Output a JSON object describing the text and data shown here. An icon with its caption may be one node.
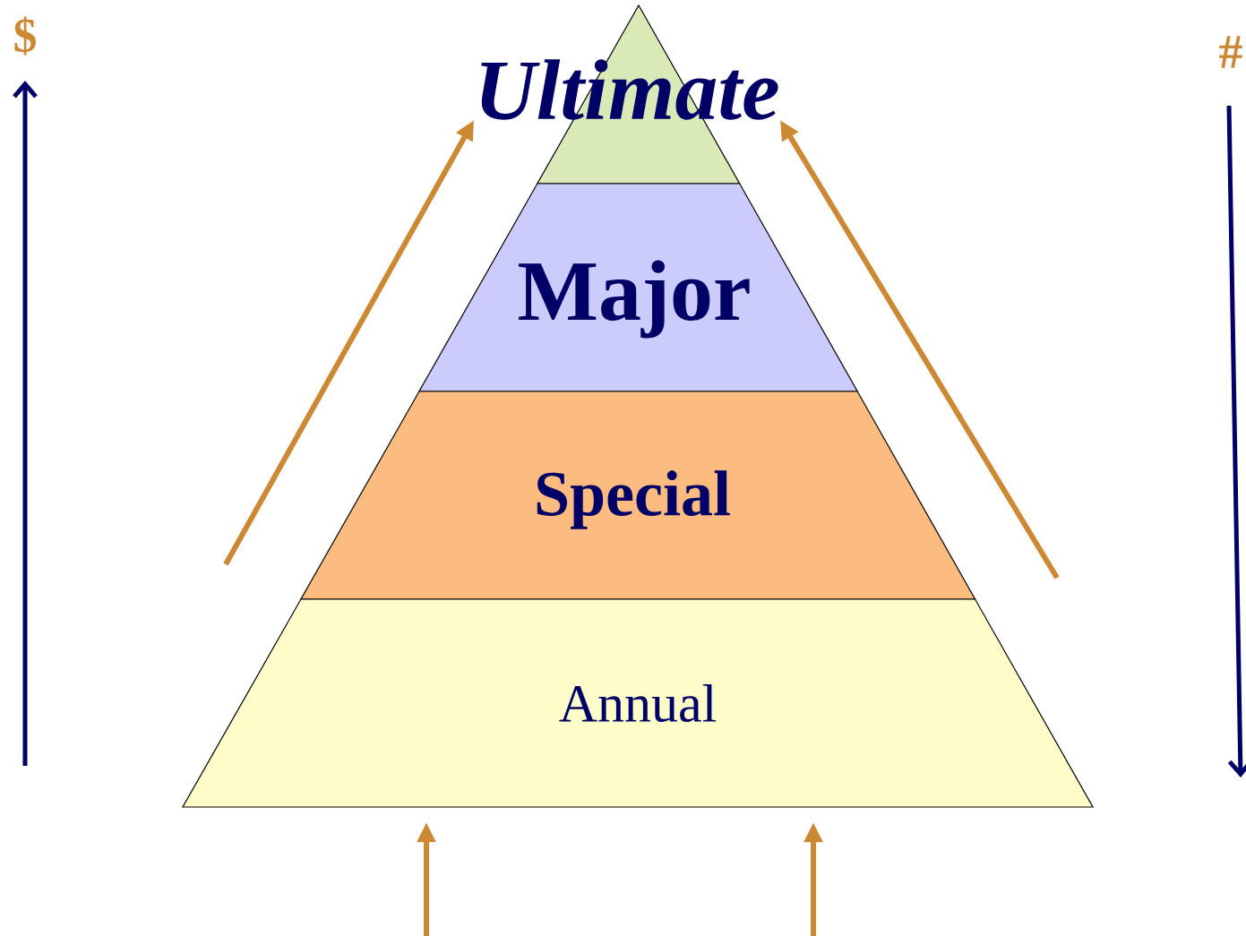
{
  "diagram": {
    "nodes": [
      {
        "text": [
          "Ultimate"
        ]
      },
      {
        "text": [
          "Major"
        ]
      },
      {
        "text": [
          "Special"
        ]
      },
      {
        "text": [
          "Annual"
        ]
      }
    ],
    "edges": [
      {
        "from": null,
        "to": 0,
        "arrow": "to"
      },
      {
        "from": null,
        "to": 0,
        "arrow": "to"
      },
      {
        "from": null,
        "to": 3,
        "arrow": "to"
      },
      {
        "from": null,
        "to": 3,
        "arrow": "to"
      }
    ],
    "labels": [
      "$",
      "#"
    ]
  }
}
